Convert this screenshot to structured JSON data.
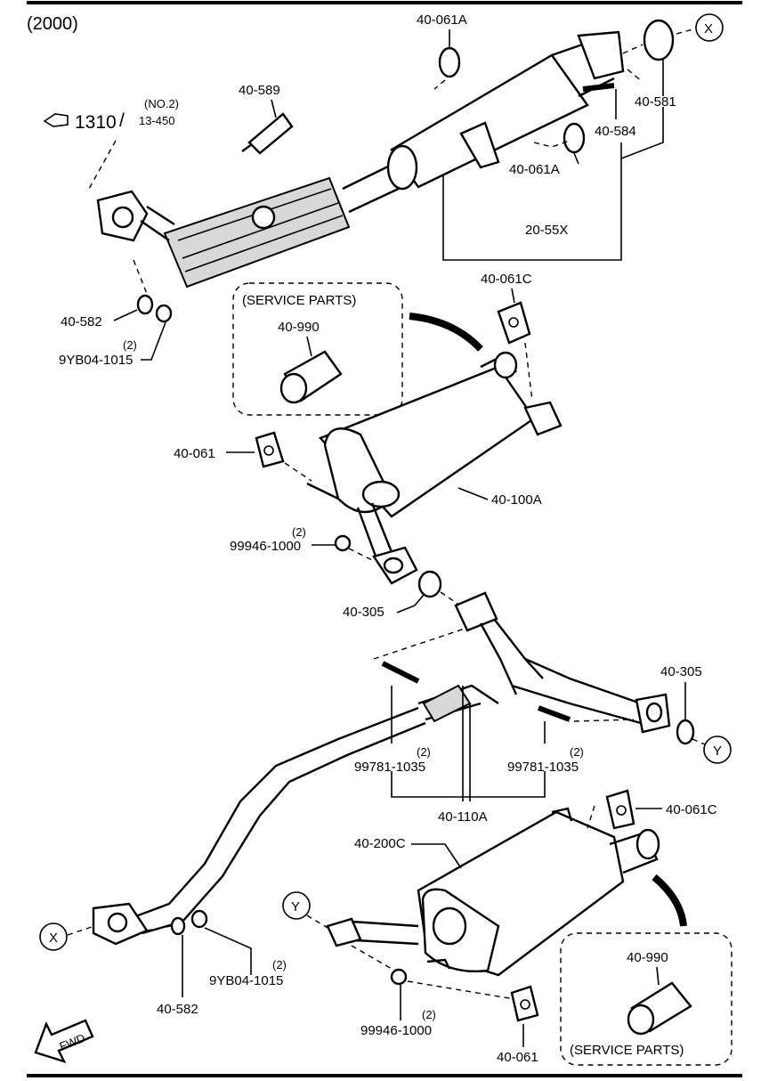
{
  "year": "(2000)",
  "reference": {
    "main": "1310",
    "slash": "/",
    "sub": "13-450",
    "note": "(NO.2)"
  },
  "markers": {
    "x": "X",
    "y": "Y"
  },
  "service_parts": "(SERVICE PARTS)",
  "fwd": "FWD",
  "parts": {
    "p40_061A_top": "40-061A",
    "p40_589": "40-589",
    "p40_581": "40-581",
    "p40_584": "40-584",
    "p40_061A_mid": "40-061A",
    "p20_55X": "20-55X",
    "p40_582_top": "40-582",
    "p9YB04_top": "9YB04-1015",
    "p9YB04_top_qty": "(2)",
    "p40_061C_top": "40-061C",
    "p40_990_top": "40-990",
    "p40_061_mid": "40-061",
    "p40_100A": "40-100A",
    "p99946_top": "99946-1000",
    "p99946_top_qty": "(2)",
    "p40_305_left": "40-305",
    "p40_305_right": "40-305",
    "p99781_left": "99781-1035",
    "p99781_left_qty": "(2)",
    "p99781_right": "99781-1035",
    "p99781_right_qty": "(2)",
    "p40_110A": "40-110A",
    "p40_061C_bot": "40-061C",
    "p40_200C": "40-200C",
    "p9YB04_bot": "9YB04-1015",
    "p9YB04_bot_qty": "(2)",
    "p40_582_bot": "40-582",
    "p99946_bot": "99946-1000",
    "p99946_bot_qty": "(2)",
    "p40_990_bot": "40-990",
    "p40_061_bot": "40-061"
  }
}
